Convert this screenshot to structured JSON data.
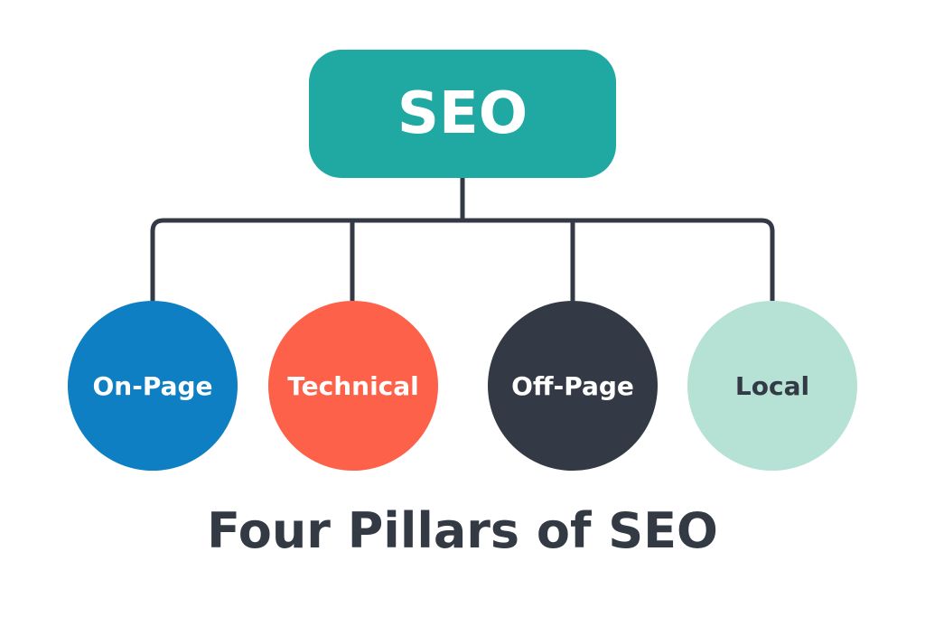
{
  "root": {
    "label": "SEO",
    "color": "#1fa9a2"
  },
  "pillars": [
    {
      "label": "On-Page",
      "color": "#0d7fc2",
      "text_color": "#ffffff"
    },
    {
      "label": "Technical",
      "color": "#fd614a",
      "text_color": "#ffffff"
    },
    {
      "label": "Off-Page",
      "color": "#343a45",
      "text_color": "#ffffff"
    },
    {
      "label": "Local",
      "color": "#b5e2d4",
      "text_color": "#343a45"
    }
  ],
  "caption": "Four Pillars of SEO",
  "connector_color": "#343a45"
}
